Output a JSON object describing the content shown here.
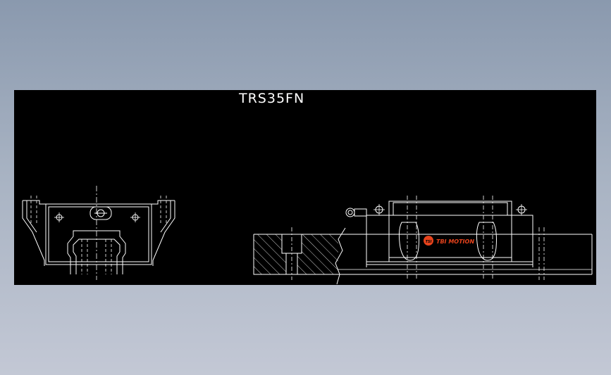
{
  "drawing": {
    "title": "TRS35FN",
    "logo": {
      "mark": "TSI",
      "text": "TBI MOTION"
    }
  },
  "colors": {
    "background_top": "#8a99ae",
    "background_bottom": "#c3c8d5",
    "canvas": "#000000",
    "line": "#ffffff",
    "logo": "#e8431c"
  }
}
